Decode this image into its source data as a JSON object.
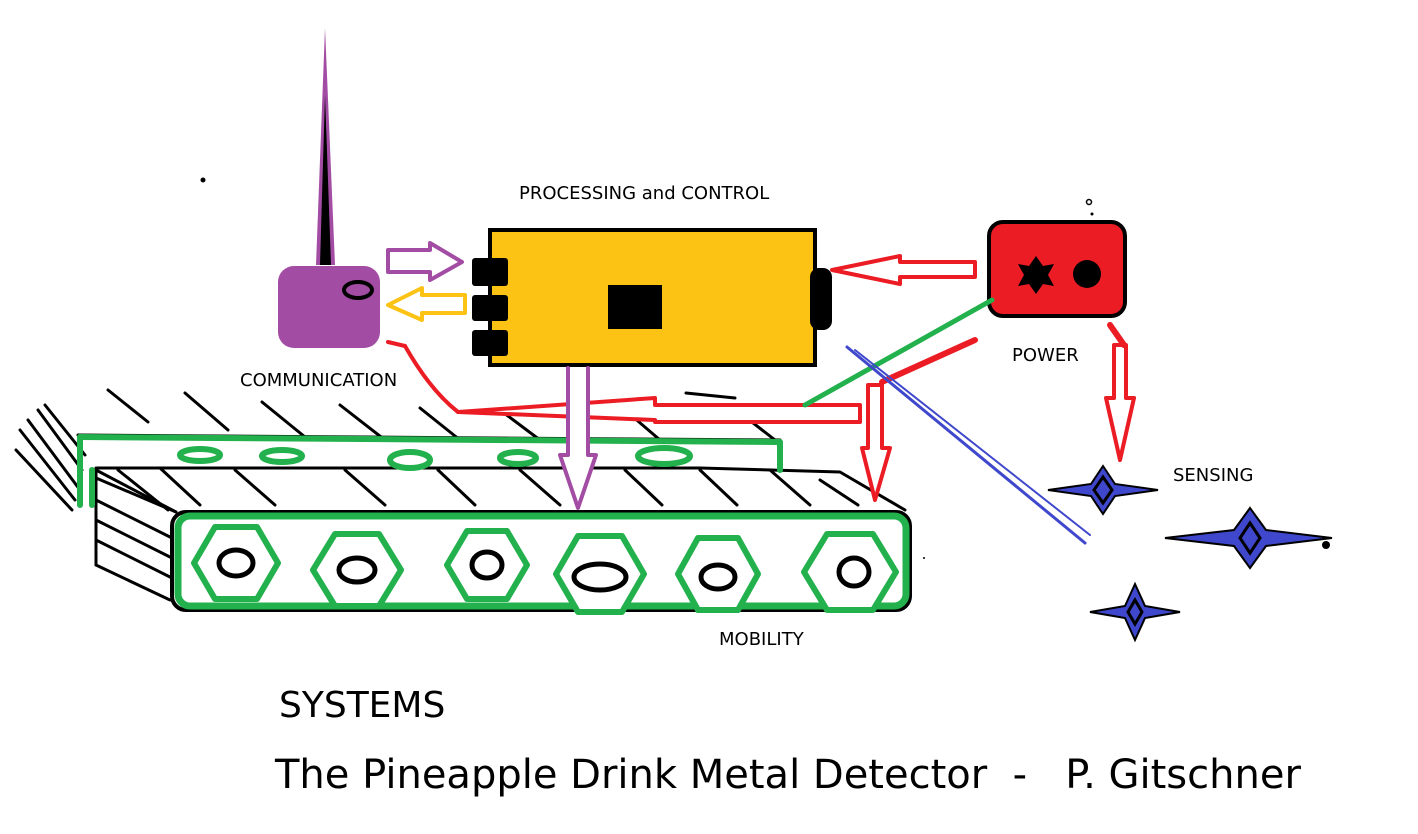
{
  "diagram": {
    "subsystems": {
      "processing": "PROCESSING and CONTROL",
      "communication": "COMMUNICATION",
      "power": "POWER",
      "sensing": "SENSING",
      "mobility": "MOBILITY"
    },
    "heading": "SYSTEMS",
    "title": "The Pineapple Drink Metal Detector  -   P. Gitschner"
  },
  "colors": {
    "processing_box": "#fcc314",
    "communication_box": "#a34ca4",
    "power_box": "#ec1c24",
    "mobility_outline": "#22b14c",
    "sensing_stars": "#3f48cc",
    "arrow_red": "#ec1c24",
    "arrow_purple": "#a34ca4",
    "arrow_yellow": "#fcc314",
    "wire_green": "#22b14c",
    "wire_blue": "#3f48cc"
  },
  "icons": {
    "antenna": "antenna-icon",
    "star_switch": "star-icon",
    "button": "dot-icon",
    "sensor": "sparkle-star-icon"
  }
}
